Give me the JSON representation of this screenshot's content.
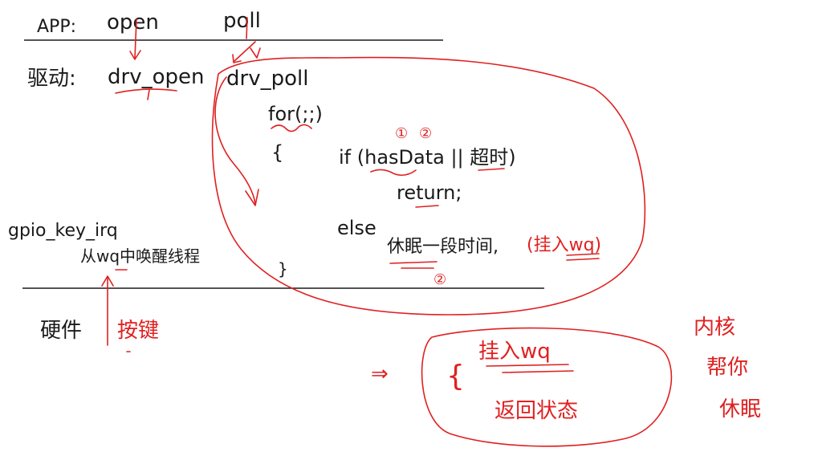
{
  "top_row": {
    "app_label": "APP:",
    "open": "open",
    "poll": "poll"
  },
  "driver_row": {
    "driver_label": "驱动:",
    "drv_open": "drv_open",
    "drv_poll": "drv_poll"
  },
  "code": {
    "for_loop": "for(;;)",
    "open_brace": "{",
    "if_line": "if (hasData || 超时)",
    "return_line": "return;",
    "else_line": "else",
    "sleep_text": "休眠一段时间,",
    "hang_wq": "(挂入wq)",
    "close_brace": "}",
    "mark_1": "①",
    "mark_2": "②",
    "mark_2b": "②"
  },
  "irq": {
    "func": "gpio_key_irq",
    "desc": "从wq中唤醒线程"
  },
  "hardware": {
    "label": "硬件",
    "button": "按键"
  },
  "result": {
    "arrow": "⇒",
    "brace": "{",
    "hang_wq": "挂入wq",
    "return_status": "返回状态"
  },
  "side_note": {
    "line1": "内核",
    "line2": "帮你",
    "line3": "休眠"
  },
  "colors": {
    "ink": "#1a1a1a",
    "red_pen": "#e02020"
  }
}
